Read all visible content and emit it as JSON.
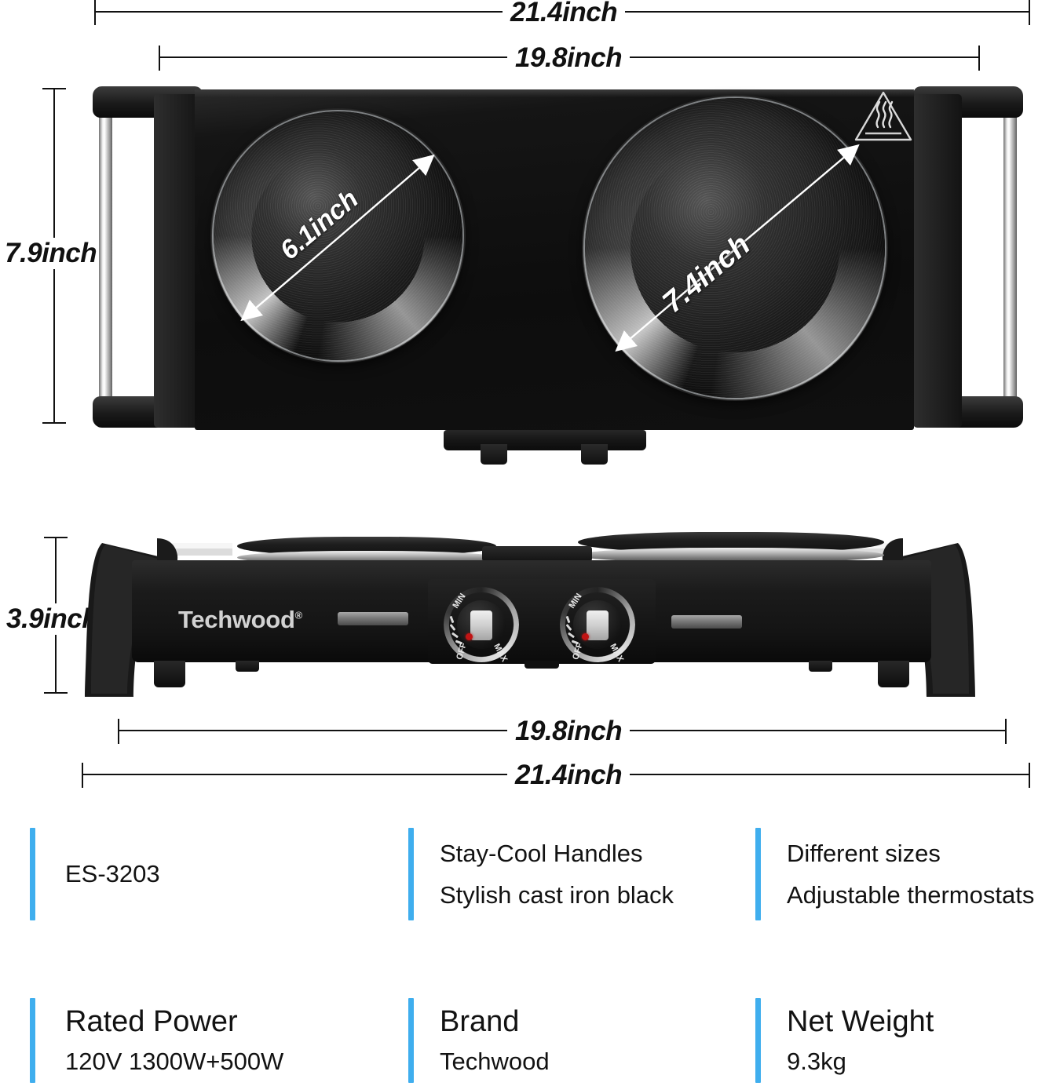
{
  "dimensions": {
    "top_outer_width": "21.4inch",
    "top_inner_width": "19.8inch",
    "top_height": "7.9inch",
    "burner_left_diameter": "6.1inch",
    "burner_right_diameter": "7.4inch",
    "front_height": "3.9inch",
    "front_inner_width": "19.8inch",
    "front_outer_width": "21.4inch"
  },
  "product": {
    "brand_mark": "Techwood",
    "brand_mark_sup": "®",
    "warning_icon": "hot-surface-warning-icon",
    "knob_left": {
      "min": "MIN",
      "off": "OFF",
      "max": "MAX"
    },
    "knob_right": {
      "min": "MIN",
      "off": "OFF",
      "max": "MAX"
    }
  },
  "specs_row1": [
    {
      "lines": [
        "ES-3203"
      ],
      "style": "plain"
    },
    {
      "lines": [
        "Stay-Cool Handles",
        "Stylish cast iron black"
      ],
      "style": "plain"
    },
    {
      "lines": [
        "Different sizes",
        "Adjustable thermostats"
      ],
      "style": "plain"
    }
  ],
  "specs_row2": [
    {
      "title": "Rated Power",
      "value": "120V 1300W+500W"
    },
    {
      "title": "Brand",
      "value": "Techwood"
    },
    {
      "title": "Net Weight",
      "value": "9.3kg"
    }
  ],
  "colors": {
    "accent": "#3FAEEE",
    "text": "#121212",
    "product_black": "#141414"
  }
}
